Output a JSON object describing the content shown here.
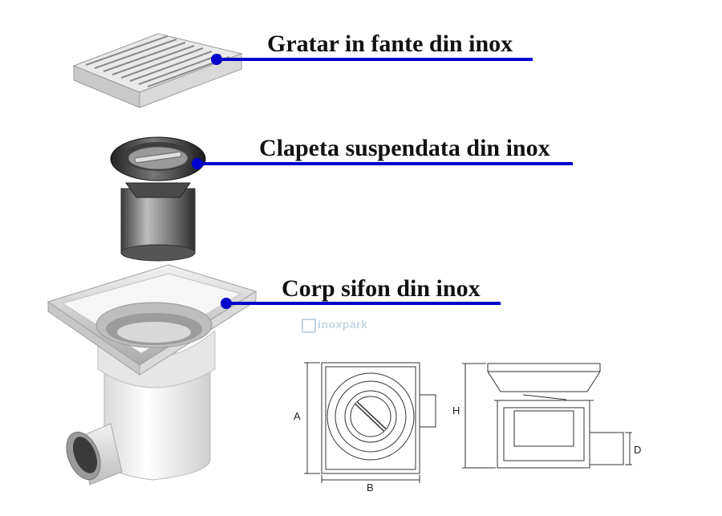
{
  "callouts": {
    "grate": "Gratar in fante din inox",
    "flap": "Clapeta suspendata din inox",
    "body": "Corp sifon din inox"
  },
  "dimensions": {
    "a": "A",
    "b": "B",
    "h": "H",
    "d": "D"
  },
  "watermark": "inoxpark",
  "colors": {
    "leader": "#0000cc",
    "text": "#111111"
  }
}
